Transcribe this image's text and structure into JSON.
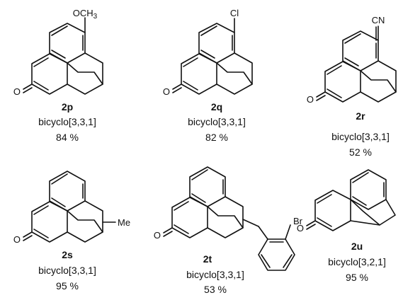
{
  "compounds": [
    {
      "id": "2p",
      "substituent": "OCH3",
      "ring_system": "bicyclo[3,3,1]",
      "yield": "84 %"
    },
    {
      "id": "2q",
      "substituent": "Cl",
      "ring_system": "bicyclo[3,3,1]",
      "yield": "82 %"
    },
    {
      "id": "2r",
      "substituent": "CN",
      "ring_system": "bicyclo[3,3,1]",
      "yield": "52 %"
    },
    {
      "id": "2s",
      "substituent": "Me",
      "ring_system": "bicyclo[3,3,1]",
      "yield": "95 %"
    },
    {
      "id": "2t",
      "substituent": "Br",
      "ring_system": "bicyclo[3,3,1]",
      "yield": "53 %"
    },
    {
      "id": "2u",
      "substituent": "",
      "ring_system": "bicyclo[3,2,1]",
      "yield": "95 %"
    }
  ],
  "atoms": {
    "carbonyl_oxygen": "O"
  },
  "colors": {
    "ink": "#111111",
    "background": "#ffffff"
  }
}
